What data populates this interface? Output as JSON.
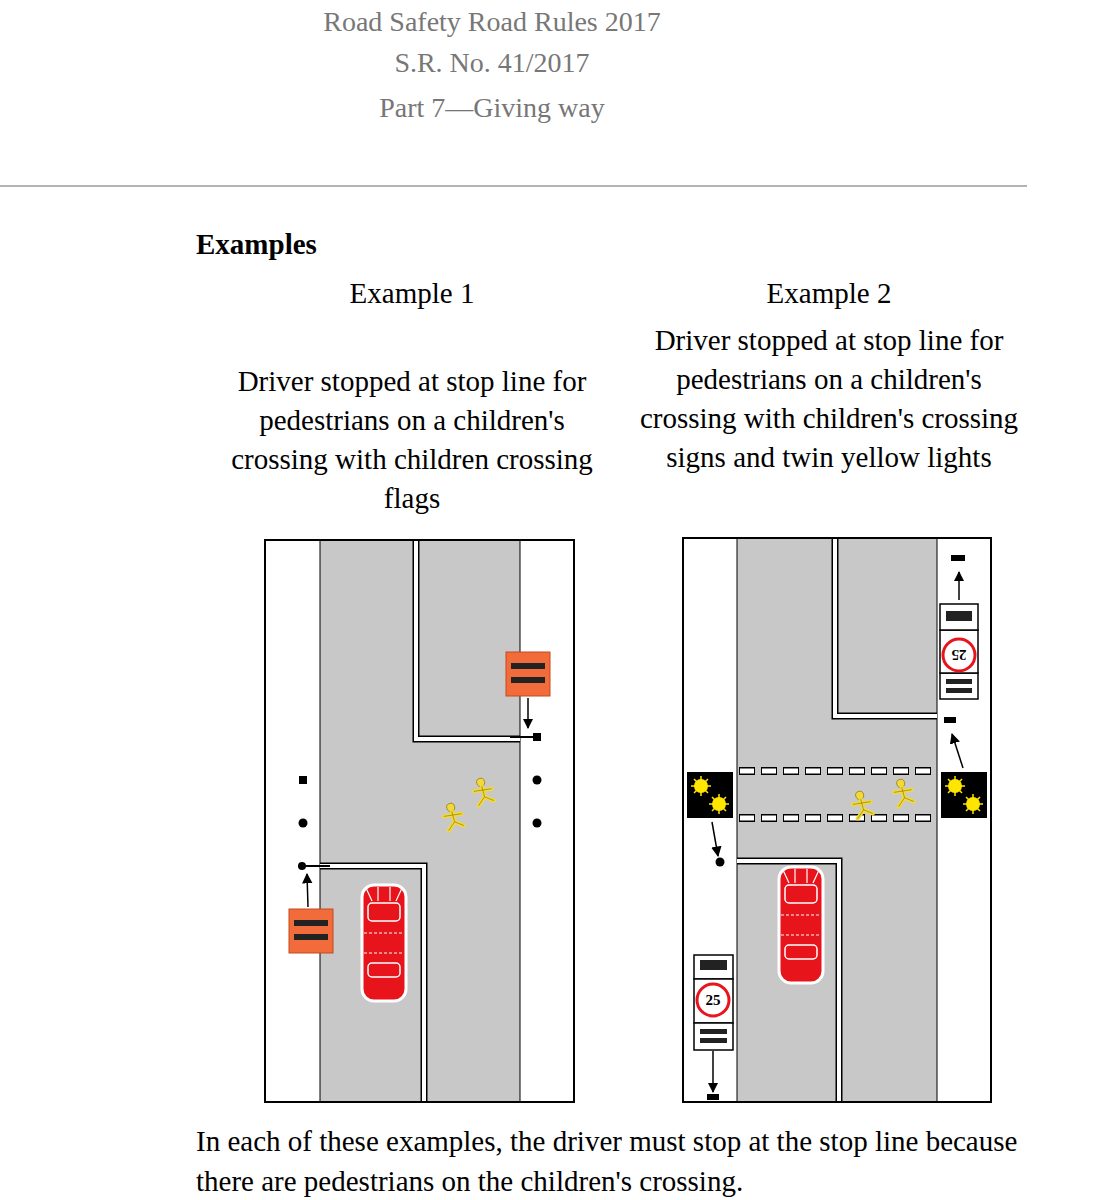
{
  "diagram": {
    "labels": [
      "Road Safety Road Rules 2017",
      "S.R. No. 41/2017",
      "Part 7—Giving way",
      "Examples",
      "Example 1",
      "Driver stopped at stop line for pedestrians on a children's crossing with children crossing flags",
      "Example 2",
      "Driver stopped at stop line for pedestrians on a children's crossing with children's crossing signs and twin yellow lights",
      "25",
      "25",
      "In each of these examples, the driver must stop at the stop line because there are pedestrians on the children's crossing."
    ]
  }
}
